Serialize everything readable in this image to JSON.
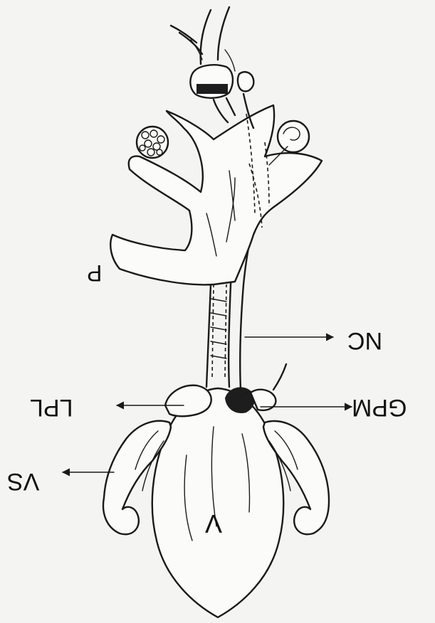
{
  "figure": {
    "labels": {
      "v": "V",
      "vs": "VS",
      "lpl": "LPL",
      "gpm": "GPM",
      "nc": "NC",
      "p": "P"
    }
  }
}
